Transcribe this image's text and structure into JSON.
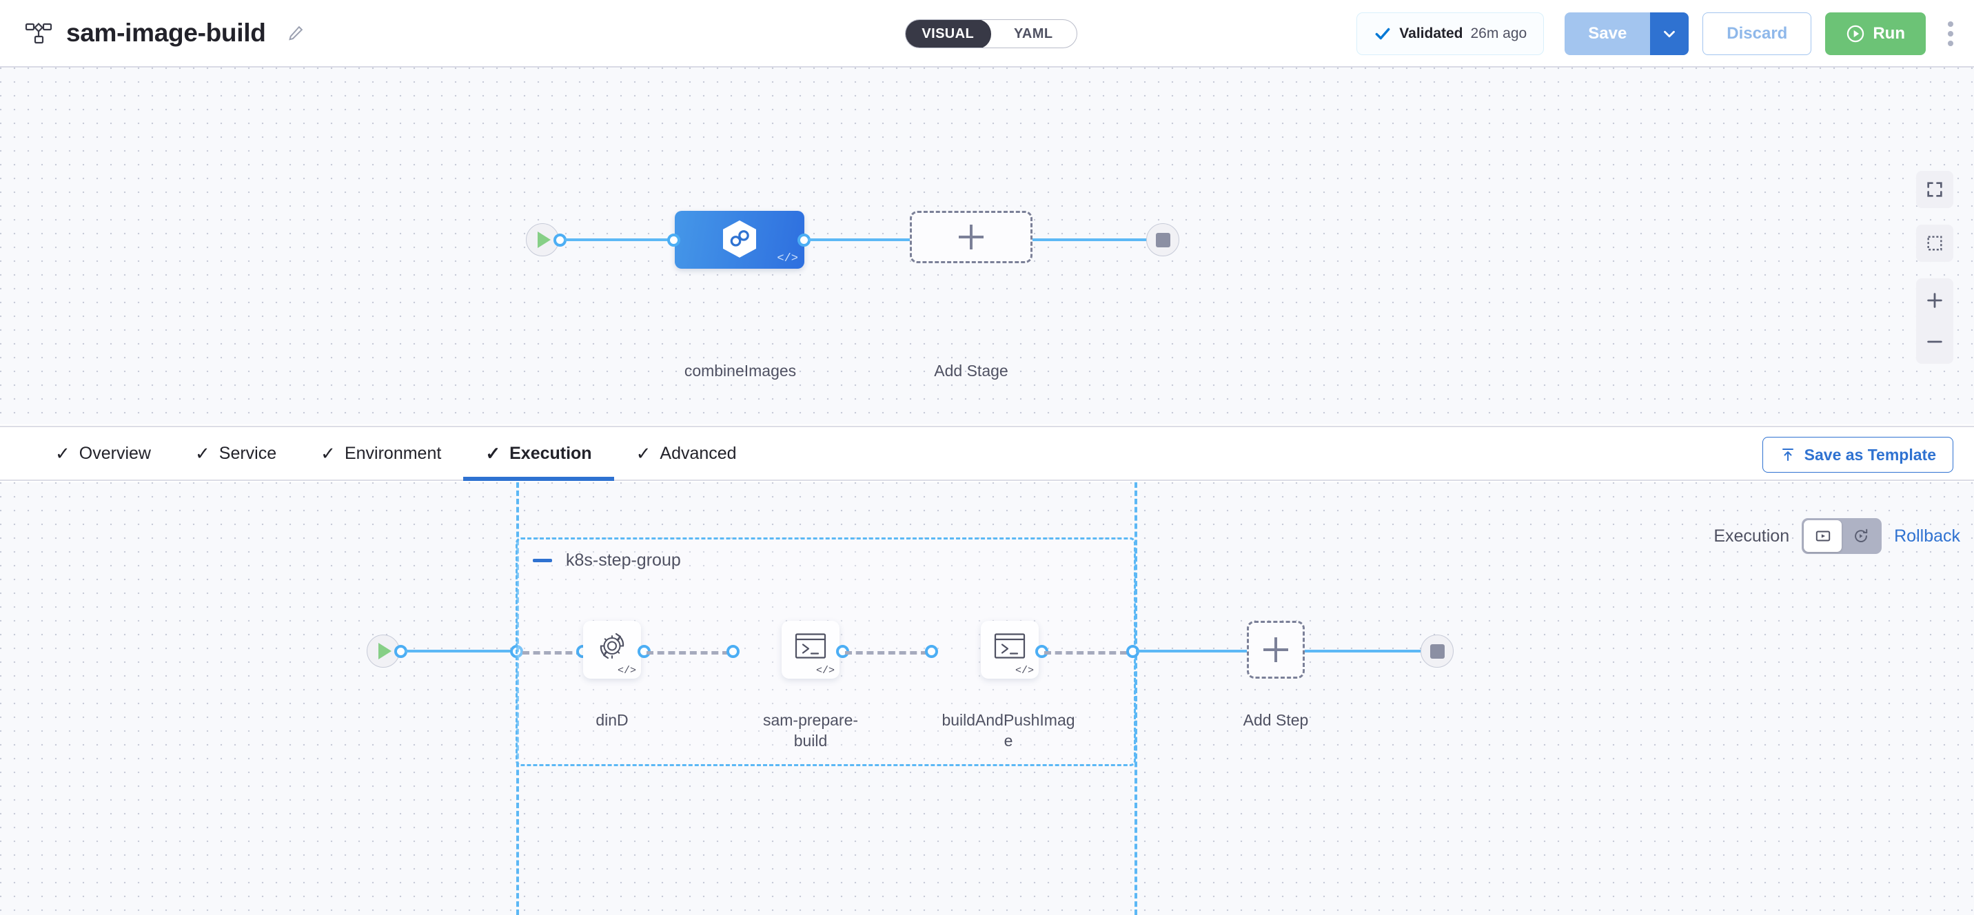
{
  "header": {
    "pipeline_icon": "pipeline-graph-icon",
    "title": "sam-image-build",
    "edit_icon": "pencil-icon",
    "mode_toggle": {
      "options": [
        "VISUAL",
        "YAML"
      ],
      "selected": "VISUAL"
    },
    "validated": {
      "check_icon": "check-icon",
      "label": "Validated",
      "time": "26m ago"
    },
    "save": {
      "label": "Save",
      "caret_icon": "chevron-down-icon"
    },
    "discard": {
      "label": "Discard"
    },
    "run": {
      "label": "Run",
      "icon": "play-circle-icon"
    },
    "more_icon": "kebab-menu-icon"
  },
  "stage_canvas": {
    "start_node": {
      "icon": "play-triangle-icon"
    },
    "end_node": {
      "icon": "stop-square-icon"
    },
    "stages": [
      {
        "name": "combineImages",
        "icon": "harness-hexagon-icon",
        "code_badge": "</>",
        "selected": true
      }
    ],
    "add_stage": {
      "label": "Add Stage",
      "icon": "plus-icon"
    },
    "zoom_controls": [
      {
        "name": "fit-screen",
        "icon": "expand-icon"
      },
      {
        "name": "select-area",
        "icon": "marquee-select-icon"
      },
      {
        "name": "zoom-in",
        "icon": "plus-icon"
      },
      {
        "name": "zoom-out",
        "icon": "minus-icon"
      }
    ]
  },
  "tabbar": {
    "tabs": [
      {
        "label": "Overview",
        "check": "✓",
        "active": false
      },
      {
        "label": "Service",
        "check": "✓",
        "active": false
      },
      {
        "label": "Environment",
        "check": "✓",
        "active": false
      },
      {
        "label": "Execution",
        "check": "✓",
        "active": true
      },
      {
        "label": "Advanced",
        "check": "✓",
        "active": false
      }
    ],
    "save_as_template": {
      "label": "Save as Template",
      "icon": "upload-template-icon"
    }
  },
  "step_canvas": {
    "exec_toggle": {
      "left_label": "Execution",
      "right_label": "Rollback",
      "selected": "Execution",
      "icons": [
        "execution-play-box-icon",
        "rollback-rotate-icon"
      ]
    },
    "start_node": {
      "icon": "play-triangle-icon"
    },
    "end_node": {
      "icon": "stop-square-icon"
    },
    "group": {
      "title": "k8s-step-group",
      "collapse_icon": "minus-collapse-icon",
      "steps": [
        {
          "name": "dinD",
          "icon": "gear-rotate-icon",
          "code_badge": "</>"
        },
        {
          "name": "sam-prepare-build",
          "icon": "terminal-icon",
          "code_badge": "</>"
        },
        {
          "name": "buildAndPushImage",
          "icon": "terminal-icon",
          "code_badge": "</>"
        }
      ]
    },
    "add_step": {
      "label": "Add Step",
      "icon": "plus-icon"
    }
  },
  "colors": {
    "accent_blue": "#2f72d1",
    "edge_blue": "#5cb8f5",
    "run_green": "#6cc376",
    "dark": "#383946",
    "canvas_bg": "#f8f9fc"
  }
}
